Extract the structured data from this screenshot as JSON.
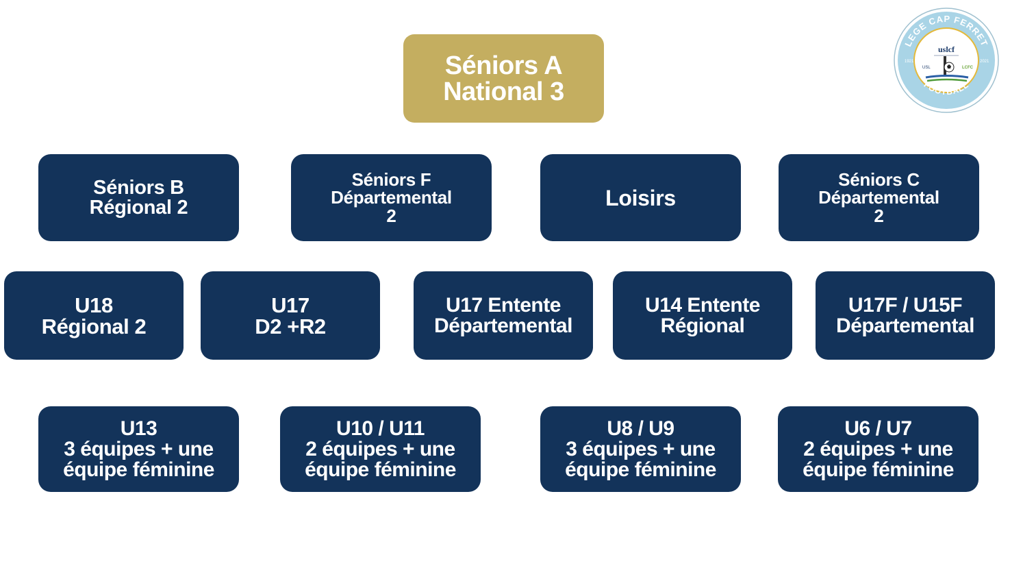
{
  "top": {
    "lines": [
      "Séniors A",
      "National 3"
    ]
  },
  "row1": [
    {
      "lines": [
        "Séniors B",
        "Régional 2"
      ]
    },
    {
      "lines": [
        "Séniors F",
        "Départemental",
        "2"
      ]
    },
    {
      "lines": [
        "Loisirs"
      ]
    },
    {
      "lines": [
        "Séniors C",
        "Départemental",
        "2"
      ]
    }
  ],
  "row2": [
    {
      "lines": [
        "U18",
        "Régional 2"
      ]
    },
    {
      "lines": [
        "U17",
        "D2 +R2"
      ]
    },
    {
      "lines": [
        "U17 Entente",
        "Départemental"
      ]
    },
    {
      "lines": [
        "U14 Entente",
        "Régional"
      ]
    },
    {
      "lines": [
        "U17F /  U15F",
        "Départemental"
      ]
    }
  ],
  "row3": [
    {
      "lines": [
        "U13",
        "3 équipes + une",
        "équipe féminine"
      ]
    },
    {
      "lines": [
        "U10 / U11",
        "2 équipes + une",
        "équipe féminine"
      ]
    },
    {
      "lines": [
        "U8 / U9",
        "3 équipes + une",
        "équipe féminine"
      ]
    },
    {
      "lines": [
        "U6 / U7",
        "2 équipes + une",
        "équipe féminine"
      ]
    }
  ],
  "logo": {
    "icon": "club-crest-icon",
    "arc_top": "LEGE CAP FERRET",
    "arc_bottom": "FOOTBALL",
    "year_left": "1921",
    "year_right": "2021",
    "monogram": "uslcf",
    "usl": "USL",
    "lfc": "LCFC"
  },
  "colors": {
    "navy": "#13335a",
    "gold": "#c4ae60",
    "crest_ring": "#a9d4e6"
  }
}
